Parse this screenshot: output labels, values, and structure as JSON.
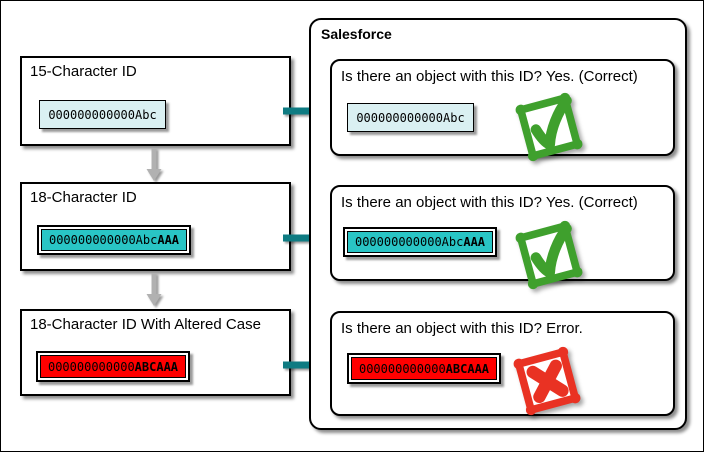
{
  "diagram": {
    "panel_title": "Salesforce",
    "left_boxes": [
      {
        "label": "15-Character ID",
        "id_normal": "000000000000Abc",
        "id_bold": "",
        "style": "cyan"
      },
      {
        "label": "18-Character ID",
        "id_normal": "000000000000Abc",
        "id_bold": "AAA",
        "style": "teal"
      },
      {
        "label": "18-Character ID With Altered Case",
        "id_normal": "000000000000",
        "id_bold": "ABCAAA",
        "style": "red"
      }
    ],
    "right_boxes": [
      {
        "question": "Is there an object with this ID? Yes. (Correct)",
        "id_normal": "000000000000Abc",
        "id_bold": "",
        "style": "cyan",
        "result": "check"
      },
      {
        "question": "Is there an object with this ID? Yes. (Correct)",
        "id_normal": "000000000000Abc",
        "id_bold": "AAA",
        "style": "teal",
        "result": "check"
      },
      {
        "question": "Is there an object with this ID? Error.",
        "id_normal": "000000000000",
        "id_bold": "ABCAAA",
        "style": "red",
        "result": "cross"
      }
    ],
    "colors": {
      "cyan_fill": "#daf0f2",
      "teal_fill": "#29c5c5",
      "red_fill": "#ff0000",
      "flow_arrow_teal": "#0e7b82",
      "down_arrow_gray": "#b1b1b1",
      "check_green": "#3fa02d",
      "cross_red": "#e93223"
    }
  }
}
